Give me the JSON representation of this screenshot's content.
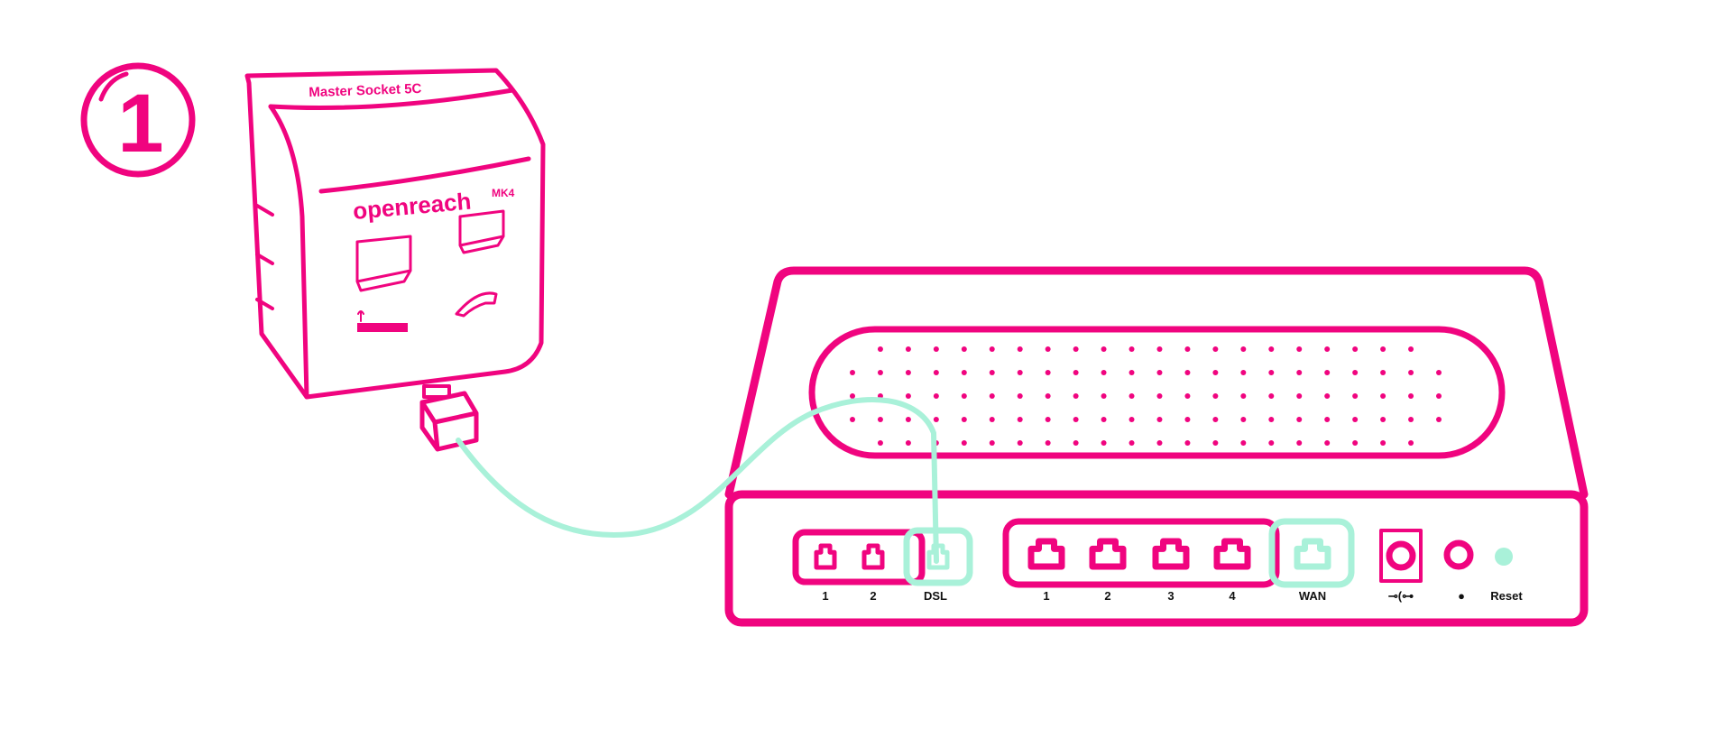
{
  "step": {
    "number": "1"
  },
  "socket": {
    "title": "Master Socket 5C",
    "brand": "openreach",
    "model": "MK4"
  },
  "router": {
    "phone_ports": [
      "1",
      "2"
    ],
    "dsl_label": "DSL",
    "lan_ports": [
      "1",
      "2",
      "3",
      "4"
    ],
    "wan_label": "WAN",
    "power_symbol": "⊸(⊶",
    "reset_dot": "●",
    "reset_label": "Reset",
    "grille": {
      "rows": 5,
      "cols": 22
    }
  },
  "colors": {
    "accent": "#f0047f",
    "cable": "#a9f1d9"
  }
}
